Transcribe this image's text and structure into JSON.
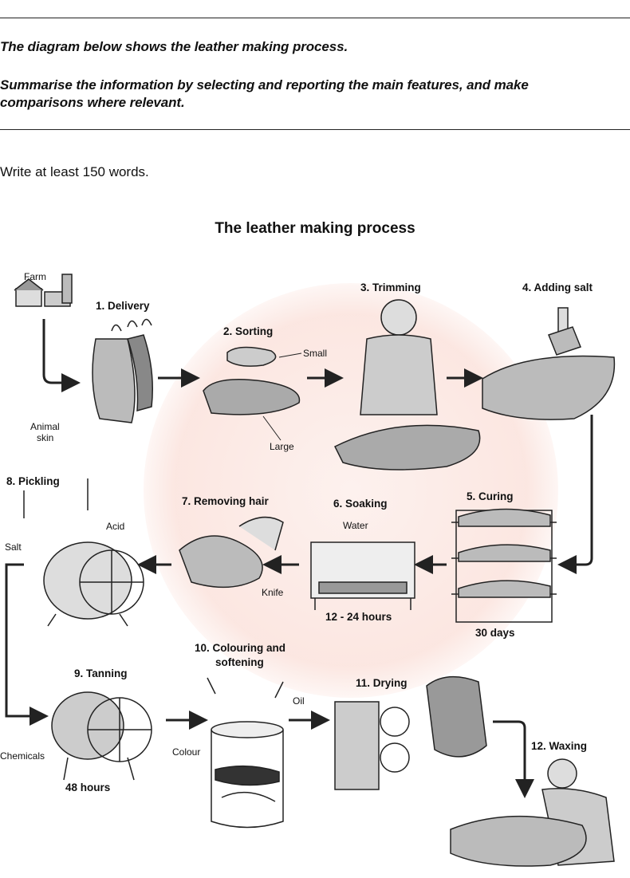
{
  "task": {
    "line1": "The diagram below shows the leather making process.",
    "line2a": "Summarise the information by selecting and reporting the main features, and make",
    "line2b": "comparisons where relevant.",
    "instruction": "Write at least 150 words."
  },
  "diagram": {
    "title": "The leather making process",
    "labels": {
      "farm": "Farm",
      "animal_skin_1": "Animal",
      "animal_skin_2": "skin",
      "small": "Small",
      "large": "Large",
      "water": "Water",
      "knife": "Knife",
      "acid": "Acid",
      "salt": "Salt",
      "chemicals": "Chemicals",
      "colour": "Colour",
      "oil": "Oil"
    },
    "steps": [
      {
        "label": "1. Delivery"
      },
      {
        "label": "2. Sorting"
      },
      {
        "label": "3. Trimming"
      },
      {
        "label": "4. Adding salt"
      },
      {
        "label": "5. Curing",
        "duration": "30 days"
      },
      {
        "label": "6. Soaking",
        "duration": "12 - 24 hours"
      },
      {
        "label": "7. Removing hair"
      },
      {
        "label": "8. Pickling"
      },
      {
        "label": "9. Tanning",
        "duration": "48 hours"
      },
      {
        "label": "10. Colouring and",
        "label2": "softening"
      },
      {
        "label": "11. Drying"
      },
      {
        "label": "12. Waxing"
      }
    ]
  },
  "colors": {
    "watermark": "#eb785a",
    "ink": "#111111"
  }
}
